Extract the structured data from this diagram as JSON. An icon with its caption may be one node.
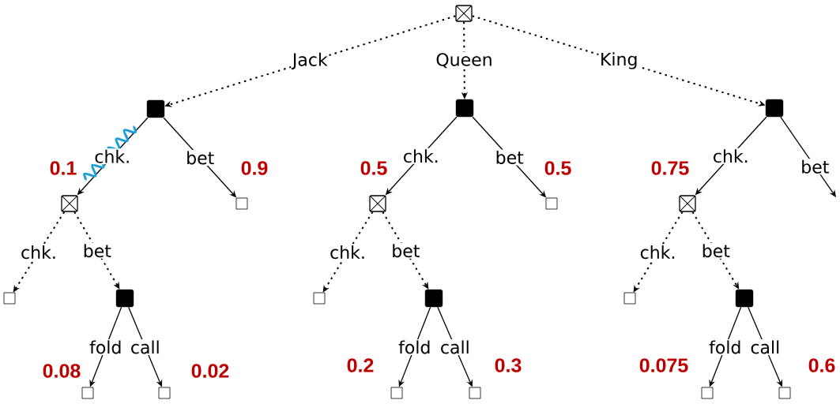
{
  "diagram": {
    "nodes": [
      {
        "text": [],
        "shape": "cross"
      },
      {
        "text": [],
        "shape": "square"
      },
      {
        "text": [],
        "shape": "square"
      },
      {
        "text": [],
        "shape": "square"
      },
      {
        "text": [],
        "shape": "cross"
      },
      {
        "text": [],
        "shape": "box"
      },
      {
        "text": [],
        "shape": "cross"
      },
      {
        "text": [],
        "shape": "box"
      },
      {
        "text": [],
        "shape": "cross"
      },
      {
        "text": [],
        "shape": "box"
      },
      {
        "text": [],
        "shape": "square"
      },
      {
        "text": [],
        "shape": "box"
      },
      {
        "text": [],
        "shape": "square"
      },
      {
        "text": [],
        "shape": "box"
      },
      {
        "text": [],
        "shape": "square"
      },
      {
        "text": [],
        "shape": "box"
      },
      {
        "text": [],
        "shape": "box"
      },
      {
        "text": [],
        "shape": "box"
      },
      {
        "text": [],
        "shape": "box"
      },
      {
        "text": [],
        "shape": "box"
      },
      {
        "text": [],
        "shape": "box"
      }
    ],
    "edges": [
      {
        "from": 0,
        "to": 1,
        "arrow": "to",
        "label": "Jack",
        "style": "dashed"
      },
      {
        "from": 0,
        "to": 2,
        "arrow": "to",
        "label": "Queen",
        "style": "dashed"
      },
      {
        "from": 0,
        "to": 3,
        "arrow": "to",
        "label": "King",
        "style": "dashed"
      },
      {
        "from": 1,
        "to": 4,
        "arrow": "to",
        "label": "chk."
      },
      {
        "from": 1,
        "to": 5,
        "arrow": "to",
        "label": "bet"
      },
      {
        "from": 2,
        "to": 6,
        "arrow": "to",
        "label": "chk."
      },
      {
        "from": 2,
        "to": 7,
        "arrow": "to",
        "label": "bet"
      },
      {
        "from": 3,
        "to": 8,
        "arrow": "to",
        "label": "chk."
      },
      {
        "from": 3,
        "to": null,
        "arrow": "to",
        "label": "bet"
      },
      {
        "from": 4,
        "to": 9,
        "arrow": "to",
        "label": "chk.",
        "style": "dashed"
      },
      {
        "from": 4,
        "to": 10,
        "arrow": "to",
        "label": "bet",
        "style": "dashed"
      },
      {
        "from": 6,
        "to": 11,
        "arrow": "to",
        "label": "chk.",
        "style": "dashed"
      },
      {
        "from": 6,
        "to": 12,
        "arrow": "to",
        "label": "bet",
        "style": "dashed"
      },
      {
        "from": 8,
        "to": 13,
        "arrow": "to",
        "label": "chk.",
        "style": "dashed"
      },
      {
        "from": 8,
        "to": 14,
        "arrow": "to",
        "label": "bet",
        "style": "dashed"
      },
      {
        "from": 10,
        "to": 15,
        "arrow": "to",
        "label": "fold"
      },
      {
        "from": 10,
        "to": 16,
        "arrow": "to",
        "label": "call"
      },
      {
        "from": 12,
        "to": 17,
        "arrow": "to",
        "label": "fold"
      },
      {
        "from": 12,
        "to": 18,
        "arrow": "to",
        "label": "call"
      },
      {
        "from": 14,
        "to": 19,
        "arrow": "to",
        "label": "fold"
      },
      {
        "from": 14,
        "to": 20,
        "arrow": "to",
        "label": "call"
      }
    ],
    "labels": [
      "0.1",
      "0.9",
      "0.5",
      "0.5",
      "0.75",
      "0.08",
      "0.02",
      "0.2",
      "0.3",
      "0.075",
      "0.6"
    ]
  }
}
